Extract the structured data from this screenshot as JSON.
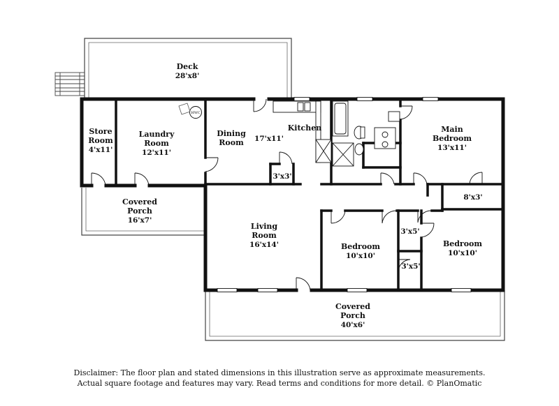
{
  "rooms": {
    "deck": {
      "name": "Deck",
      "dim": "28'x8'"
    },
    "store_room": {
      "name_1": "Store",
      "name_2": "Room",
      "dim": "4'x11'"
    },
    "laundry_room": {
      "name_1": "Laundry",
      "name_2": "Room",
      "dim": "12'x11'"
    },
    "water_heater": {
      "label": "HWC"
    },
    "dining_room": {
      "name_1": "Dining",
      "name_2": "Room"
    },
    "kitchen": {
      "name": "Kitchen",
      "dim": "17'x11'"
    },
    "pantry": {
      "dim": "3'x3'"
    },
    "main_bedroom": {
      "name_1": "Main",
      "name_2": "Bedroom",
      "dim": "13'x11'"
    },
    "main_closet": {
      "dim": "8'x3'"
    },
    "covered_porch_side": {
      "name_1": "Covered",
      "name_2": "Porch",
      "dim": "16'x7'"
    },
    "living_room": {
      "name_1": "Living",
      "name_2": "Room",
      "dim": "16'x14'"
    },
    "bedroom_2": {
      "name": "Bedroom",
      "dim": "10'x10'"
    },
    "closet_upper": {
      "dim": "3'x5'"
    },
    "closet_lower": {
      "dim": "3'x5'"
    },
    "bedroom_3": {
      "name": "Bedroom",
      "dim": "10'x10'"
    },
    "covered_porch_front": {
      "name_1": "Covered",
      "name_2": "Porch",
      "dim": "40'x6'"
    }
  },
  "disclaimer": {
    "line_1": "Disclaimer: The floor plan and stated dimensions in this illustration serve as approximate measurements.",
    "line_2": "Actual square footage and features may vary. Read terms and conditions for more detail. © PlanOmatic"
  }
}
